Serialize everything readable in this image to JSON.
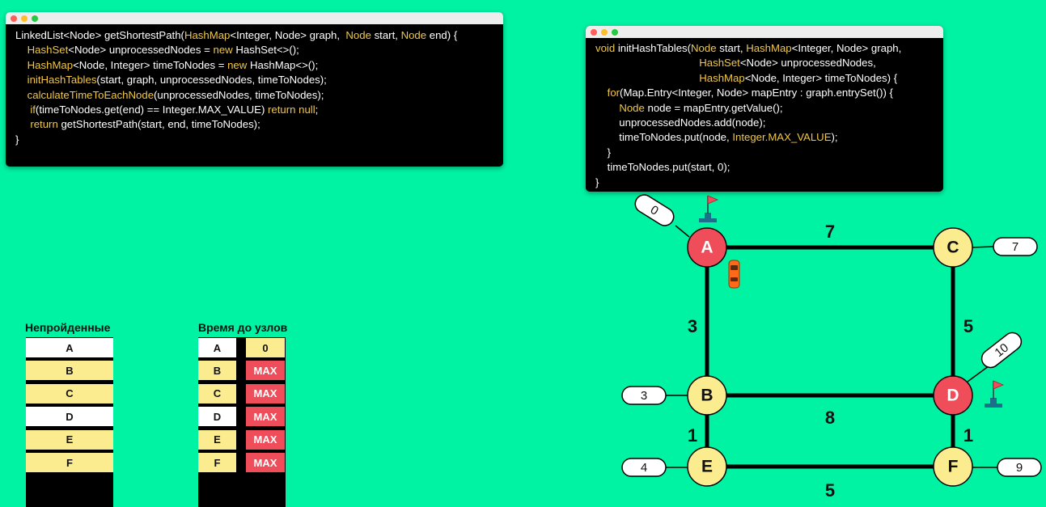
{
  "window1": {
    "lines": [
      [
        {
          "t": "LinkedList<Node> getShortestPath("
        },
        {
          "t": "HashMap",
          "h": 1
        },
        {
          "t": "<Integer, Node> graph,  "
        },
        {
          "t": "Node",
          "h": 1
        },
        {
          "t": " start, "
        },
        {
          "t": "Node",
          "h": 1
        },
        {
          "t": " end) {"
        }
      ],
      [
        {
          "t": "    "
        },
        {
          "t": "HashSet",
          "h": 1
        },
        {
          "t": "<Node> unprocessedNodes = "
        },
        {
          "t": "new",
          "h": 1
        },
        {
          "t": " HashSet<>();"
        }
      ],
      [
        {
          "t": "    "
        },
        {
          "t": "HashMap",
          "h": 1
        },
        {
          "t": "<Node, Integer> timeToNodes = "
        },
        {
          "t": "new",
          "h": 1
        },
        {
          "t": " HashMap<>();"
        }
      ],
      [
        {
          "t": "    "
        },
        {
          "t": "initHashTables",
          "h": 1
        },
        {
          "t": "(start, graph, unprocessedNodes, timeToNodes);"
        }
      ],
      [
        {
          "t": "    "
        },
        {
          "t": "calculateTimeToEachNode",
          "h": 1
        },
        {
          "t": "(unprocessedNodes, timeToNodes);"
        }
      ],
      [
        {
          "t": "     "
        },
        {
          "t": "if",
          "h": 1
        },
        {
          "t": "(timeToNodes.get(end) == Integer.MAX_VALUE) "
        },
        {
          "t": "return null",
          "h": 1
        },
        {
          "t": ";"
        }
      ],
      [
        {
          "t": "     "
        },
        {
          "t": "return",
          "h": 1
        },
        {
          "t": " getShortestPath(start, end, timeToNodes);"
        }
      ],
      [
        {
          "t": "}"
        }
      ]
    ]
  },
  "window2": {
    "lines": [
      [
        {
          "t": "void",
          "h": 1
        },
        {
          "t": " initHashTables("
        },
        {
          "t": "Node",
          "h": 1
        },
        {
          "t": " start, "
        },
        {
          "t": "HashMap",
          "h": 1
        },
        {
          "t": "<Integer, Node> graph,"
        }
      ],
      [
        {
          "t": "                                   "
        },
        {
          "t": "HashSet",
          "h": 1
        },
        {
          "t": "<Node> unprocessedNodes,"
        }
      ],
      [
        {
          "t": "                                   "
        },
        {
          "t": "HashMap",
          "h": 1
        },
        {
          "t": "<Node, Integer> timeToNodes) {"
        }
      ],
      [
        {
          "t": "    "
        },
        {
          "t": "for",
          "h": 1
        },
        {
          "t": "(Map.Entry<Integer, Node> mapEntry : graph.entrySet()) {"
        }
      ],
      [
        {
          "t": "        "
        },
        {
          "t": "Node",
          "h": 1
        },
        {
          "t": " node = mapEntry.getValue();"
        }
      ],
      [
        {
          "t": "        unprocessedNodes.add(node);"
        }
      ],
      [
        {
          "t": "        timeToNodes.put(node, "
        },
        {
          "t": "Integer.MAX_VALUE",
          "h": 1
        },
        {
          "t": ");"
        }
      ],
      [
        {
          "t": "    }"
        }
      ],
      [
        {
          "t": "    timeToNodes.put(start, 0);"
        }
      ],
      [
        {
          "t": "}"
        }
      ]
    ]
  },
  "unprocessed_table": {
    "title": "Непройденные",
    "rows": [
      {
        "label": "A",
        "style": "white"
      },
      {
        "label": "B",
        "style": "yellow"
      },
      {
        "label": "C",
        "style": "yellow"
      },
      {
        "label": "D",
        "style": "white"
      },
      {
        "label": "E",
        "style": "yellow"
      },
      {
        "label": "F",
        "style": "yellow"
      }
    ]
  },
  "time_table": {
    "title": "Время до узлов",
    "rows": [
      {
        "node": "A",
        "node_style": "white",
        "value": "0",
        "value_style": "val0"
      },
      {
        "node": "B",
        "node_style": "yellow",
        "value": "MAX",
        "value_style": "max"
      },
      {
        "node": "C",
        "node_style": "yellow",
        "value": "MAX",
        "value_style": "max"
      },
      {
        "node": "D",
        "node_style": "white",
        "value": "MAX",
        "value_style": "max"
      },
      {
        "node": "E",
        "node_style": "yellow",
        "value": "MAX",
        "value_style": "max"
      },
      {
        "node": "F",
        "node_style": "yellow",
        "value": "MAX",
        "value_style": "max"
      }
    ]
  },
  "graph": {
    "nodes": [
      {
        "id": "A",
        "color": "#ef4d5a",
        "text_color": "#ffffff",
        "distance": "0"
      },
      {
        "id": "B",
        "color": "#fbec8f",
        "text_color": "#111111",
        "distance": "3"
      },
      {
        "id": "C",
        "color": "#fbec8f",
        "text_color": "#111111",
        "distance": "7"
      },
      {
        "id": "D",
        "color": "#ef4d5a",
        "text_color": "#ffffff",
        "distance": "10"
      },
      {
        "id": "E",
        "color": "#fbec8f",
        "text_color": "#111111",
        "distance": "4"
      },
      {
        "id": "F",
        "color": "#fbec8f",
        "text_color": "#111111",
        "distance": "9"
      }
    ],
    "edges": [
      {
        "from": "A",
        "to": "C",
        "weight": "7"
      },
      {
        "from": "A",
        "to": "B",
        "weight": "3"
      },
      {
        "from": "C",
        "to": "D",
        "weight": "5"
      },
      {
        "from": "B",
        "to": "D",
        "weight": "8"
      },
      {
        "from": "B",
        "to": "E",
        "weight": "1"
      },
      {
        "from": "D",
        "to": "F",
        "weight": "1"
      },
      {
        "from": "E",
        "to": "F",
        "weight": "5"
      }
    ],
    "start_flag_icon": "flag-icon",
    "end_flag_icon": "flag-icon",
    "car_icon": "car-icon"
  },
  "colors": {
    "background": "#00f2a3",
    "code_highlight": "#f2c744",
    "node_active": "#ef4d5a",
    "node_idle": "#fbec8f",
    "max_cell": "#ef4d5a"
  }
}
